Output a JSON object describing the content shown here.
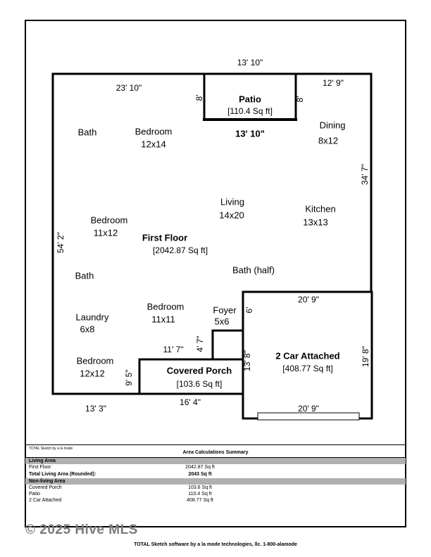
{
  "plan": {
    "rooms": {
      "patio": {
        "name": "Patio",
        "area": "[110.4 Sq ft]"
      },
      "dining": {
        "name": "Dining",
        "size": "8x12"
      },
      "bath_top": {
        "name": "Bath"
      },
      "bedroom_12x14": {
        "name": "Bedroom",
        "size": "12x14"
      },
      "living": {
        "name": "Living",
        "size": "14x20"
      },
      "kitchen": {
        "name": "Kitchen",
        "size": "13x13"
      },
      "bedroom_11x12": {
        "name": "Bedroom",
        "size": "11x12"
      },
      "first_floor": {
        "name": "First Floor",
        "area": "[2042.87 Sq ft]"
      },
      "bath_half": {
        "name": "Bath (half)"
      },
      "bath_mid": {
        "name": "Bath"
      },
      "laundry": {
        "name": "Laundry",
        "size": "6x8"
      },
      "bedroom_11x11": {
        "name": "Bedroom",
        "size": "11x11"
      },
      "foyer": {
        "name": "Foyer",
        "size": "5x6"
      },
      "bedroom_12x12": {
        "name": "Bedroom",
        "size": "12x12"
      },
      "covered_porch": {
        "name": "Covered Porch",
        "area": "[103.6 Sq ft]"
      },
      "garage": {
        "name": "2 Car Attached",
        "area": "[408.77 Sq ft]"
      }
    },
    "dims": {
      "patio_top": "13' 10\"",
      "top_left": "23' 10\"",
      "top_right": "12' 9\"",
      "patio_left": "8'",
      "patio_right": "8'",
      "below_patio": "13' 10\"",
      "right_side": "34' 7\"",
      "left_side": "54' 2\"",
      "garage_top": "20' 9\"",
      "garage_right": "19' 8\"",
      "garage_bottom": "20' 9\"",
      "garage_left_upper": "6'",
      "garage_left_lower": "13' 8\"",
      "foyer_step": "4' 7\"",
      "porch_top": "11' 7\"",
      "porch_left": "9' 5\"",
      "bottom_left": "13' 3\"",
      "porch_bottom": "16' 4\""
    }
  },
  "summary": {
    "branding": "TOTAL Sketch by a la mode",
    "title": "Area Calculations Summary",
    "living_header": "Living Area",
    "first_floor_label": "First Floor",
    "first_floor_value": "2042.87 Sq ft",
    "total_label": "Total Living Area (Rounded):",
    "total_value": "2043 Sq ft",
    "nonliving_header": "Non-living Area",
    "porch_label": "Covered Porch",
    "porch_value": "103.6 Sq ft",
    "patio_label": "Patio",
    "patio_value": "110.4 Sq ft",
    "garage_label": "2 Car Attached",
    "garage_value": "408.77 Sq ft"
  },
  "footer": {
    "watermark": "© 2025 Hive MLS",
    "software": "TOTAL Sketch software by a la mode technologies, llc. 1-800-alamode"
  }
}
